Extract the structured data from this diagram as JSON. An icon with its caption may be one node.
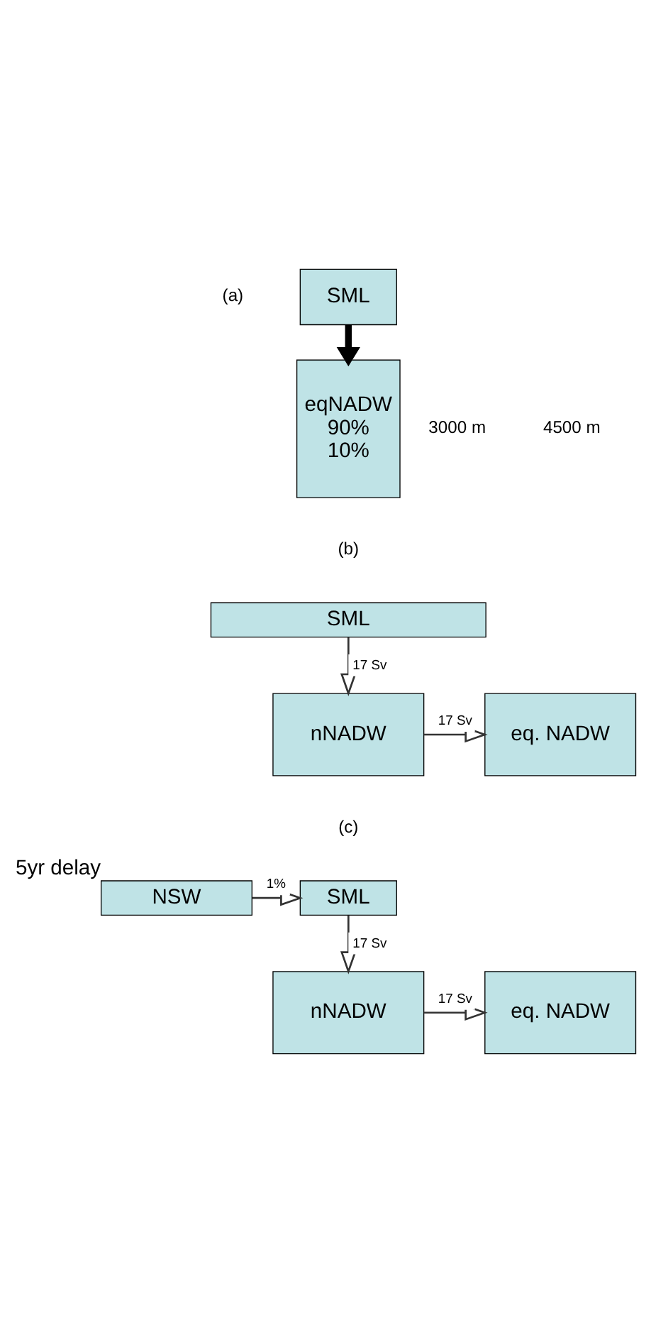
{
  "diagram": {
    "nodes": [
      {
        "text": [
          "SML"
        ]
      },
      {
        "text": [
          "eqNADW",
          "90%",
          "10%"
        ]
      },
      {
        "text": [
          "SML"
        ]
      },
      {
        "text": [
          "nNADW"
        ]
      },
      {
        "text": [
          "eq. NADW"
        ]
      },
      {
        "text": [
          "SML"
        ]
      },
      {
        "text": [
          "NSW"
        ],
        "beside": [
          "5yr delay"
        ]
      },
      {
        "text": [
          "nNADW"
        ]
      },
      {
        "text": [
          "eq. NADW"
        ]
      }
    ],
    "edges": [
      {
        "from": 0,
        "to": 1,
        "arrow": "to",
        "style": "thick"
      },
      {
        "from": 2,
        "to": 3,
        "arrow": "to",
        "label": "17 Sv"
      },
      {
        "from": 3,
        "to": 4,
        "arrow": "to",
        "label": "17 Sv"
      },
      {
        "from": 6,
        "to": 5,
        "arrow": "to",
        "label": "1%"
      },
      {
        "from": 5,
        "to": 7,
        "arrow": "to",
        "label": "17 Sv"
      },
      {
        "from": 7,
        "to": 8,
        "arrow": "to",
        "label": "17 Sv"
      }
    ],
    "labels": [
      "(a)",
      "3000 m",
      "4500 m",
      "(b)",
      "(c)"
    ]
  }
}
